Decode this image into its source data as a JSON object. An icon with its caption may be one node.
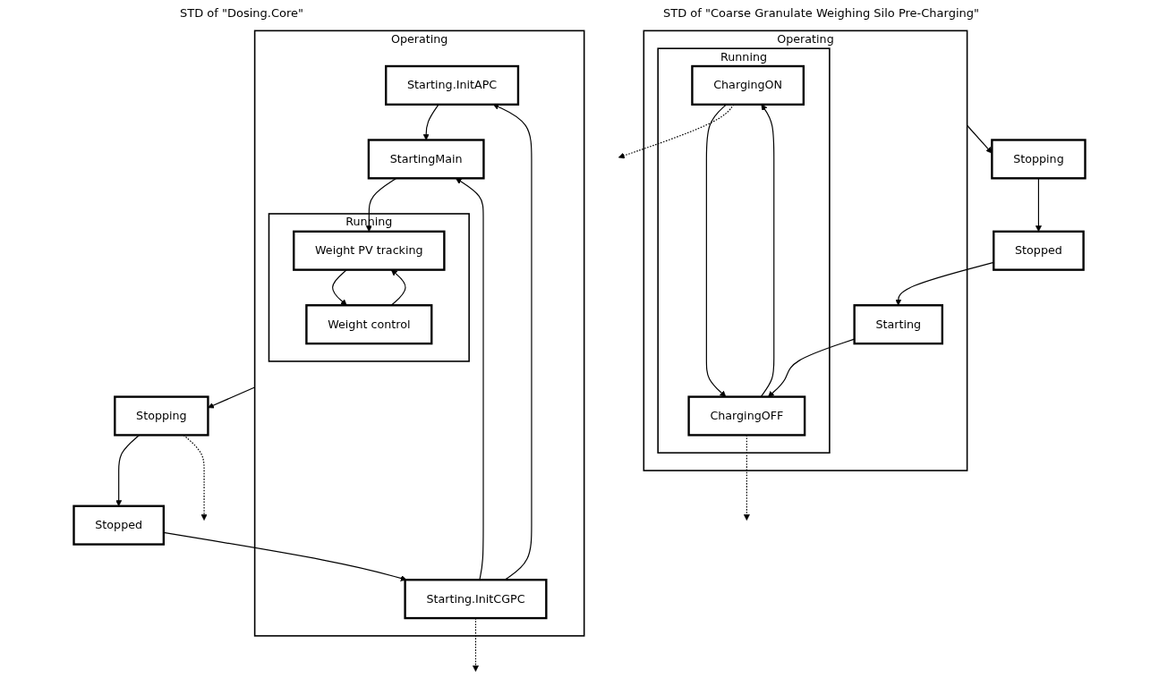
{
  "diagram": {
    "nodes": [
      {
        "text": [
          "Operating"
        ]
      },
      {
        "text": [
          "Starting.InitAPC"
        ],
        "in": 0
      },
      {
        "text": [
          "StartingMain"
        ],
        "in": 0
      },
      {
        "text": [
          "Starting.InitCGPC"
        ],
        "in": 0
      },
      {
        "text": [
          "Running"
        ],
        "in": 0
      },
      {
        "text": [
          "Weight control"
        ],
        "in": 4
      },
      {
        "text": [
          "Weight PV tracking"
        ],
        "in": 4
      },
      {
        "text": [
          "Stopped"
        ]
      },
      {
        "text": [
          "Stopping"
        ]
      },
      {
        "text": [
          "Operating"
        ]
      },
      {
        "text": [
          "Running"
        ],
        "in": 9
      },
      {
        "text": [
          "ChargingON"
        ],
        "in": 10
      },
      {
        "text": [
          "ChargingOFF"
        ],
        "in": 10
      },
      {
        "text": [
          "Starting"
        ],
        "in": 9
      },
      {
        "text": [
          "Stopped"
        ]
      },
      {
        "text": [
          "Stopping"
        ]
      }
    ],
    "edges": [
      {
        "from": 1,
        "to": 2,
        "arrow": "to"
      },
      {
        "from": 3,
        "to": 1,
        "arrow": "to"
      },
      {
        "from": 3,
        "to": 2,
        "arrow": "to"
      },
      {
        "from": 2,
        "to": 6,
        "arrow": "to"
      },
      {
        "from": 5,
        "to": 6,
        "arrow": "to"
      },
      {
        "from": 6,
        "to": 5,
        "arrow": "to"
      },
      {
        "from": 0,
        "to": 8,
        "arrow": "to"
      },
      {
        "from": 8,
        "to": 7,
        "arrow": "to"
      },
      {
        "from": 7,
        "to": 3,
        "arrow": "to"
      },
      {
        "from": 3,
        "to": null,
        "arrow": "to",
        "style": "dashed"
      },
      {
        "from": 11,
        "to": 12,
        "arrow": "to"
      },
      {
        "from": 12,
        "to": 11,
        "arrow": "to"
      },
      {
        "from": 13,
        "to": 12,
        "arrow": "to"
      },
      {
        "from": 9,
        "to": 15,
        "arrow": "to"
      },
      {
        "from": 15,
        "to": 14,
        "arrow": "to"
      },
      {
        "from": 14,
        "to": 13,
        "arrow": "to"
      },
      {
        "from": 11,
        "to": null,
        "arrow": "to",
        "style": "dashed"
      },
      {
        "from": 12,
        "to": null,
        "arrow": "to",
        "style": "dashed"
      },
      {
        "from": 8,
        "to": null,
        "arrow": "to",
        "style": "dashed"
      }
    ],
    "labels": [
      "STD of \"Dosing.Core\"",
      "STD of \"Coarse Granulate Weighing Silo Pre-Charging\""
    ]
  }
}
